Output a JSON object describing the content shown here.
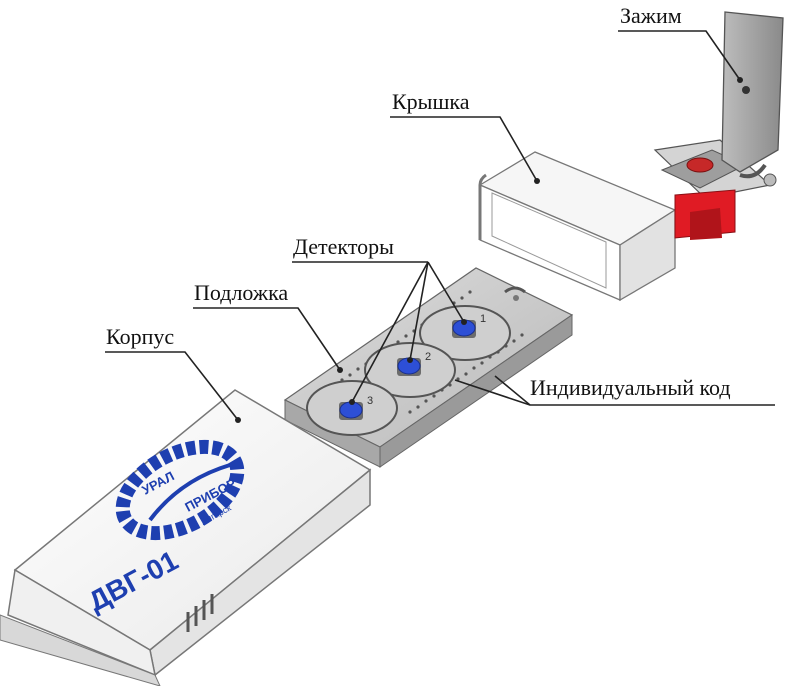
{
  "labels": {
    "clamp": "Зажим",
    "lid": "Крышка",
    "detectors": "Детекторы",
    "substrate": "Подложка",
    "body": "Корпус",
    "code": "Индивидуальный код"
  },
  "device": {
    "model": "ДВГ-01",
    "logo_text_1": "УРАЛ",
    "logo_text_2": "ПРИБОР",
    "logo_text_3": "Ангарск"
  },
  "detector_numbers": [
    "1",
    "2",
    "3"
  ],
  "colors": {
    "detector": "#2d4fd6",
    "clamp_red": "#e01b24",
    "logo_blue": "#1e3fb0"
  }
}
